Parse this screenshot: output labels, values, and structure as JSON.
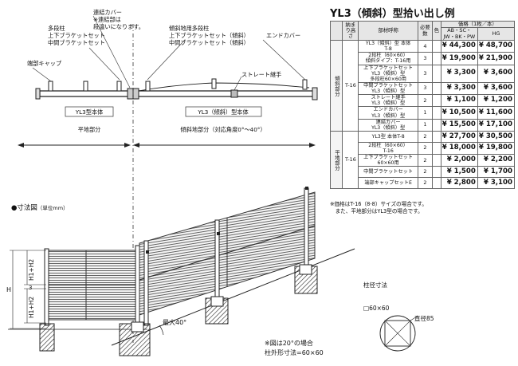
{
  "top_labels": {
    "renketsu_cover": "連結カバー",
    "renketsu_note1": "※連結部は",
    "renketsu_note2": "段違いになります。",
    "tadan_pillar": "多段柱",
    "jouge_bracket": "上下ブラケットセット",
    "chukan_bracket": "中間ブラケットセット",
    "tanbu_cap": "端部キャップ",
    "keisha_pillar": "傾斜地用多段柱",
    "keisha_jouge": "上下ブラケットセット（傾斜）",
    "keisha_chukan": "中間ブラケットセット（傾斜）",
    "end_cover": "エンドカバー",
    "straight_joint": "ストレート継手",
    "yl3_body": "YL3型本体",
    "yl3_keisha_body": "YL3（傾斜）型本体",
    "heichi": "平地部分",
    "keishachi": "傾斜地部分（対応角度0°〜40°）"
  },
  "dimension": {
    "title": "●寸法図",
    "unit": "（単位mm）",
    "h": "H",
    "h1h2_top": "H1+H2",
    "h1h2_bottom": "H1+H2",
    "three": "3",
    "max_angle": "最大40°"
  },
  "bottom_note": {
    "line1": "※図は20°の場合",
    "line2": "柱外形寸法=60×60"
  },
  "pillar": {
    "title": "柱径寸法",
    "size": "□60×60",
    "diameter": "直径85"
  },
  "table": {
    "title": "YL3（傾斜）型拾い出し例",
    "headers": {
      "height": "納まり高さ",
      "part": "部材呼称",
      "qty": "必要数",
      "color": "色",
      "price": "価格（1枚／本）",
      "col1": "AB・SC・JW・BK・PW",
      "col2": "HG"
    },
    "groups": [
      {
        "label": "傾斜部分",
        "height": "T-16",
        "rows": [
          {
            "part": [
              "YL3（傾斜）型 本体",
              "T-8"
            ],
            "qty": "4",
            "p1": "¥ 44,300",
            "p2": "¥ 48,700"
          },
          {
            "part": [
              "2段柱（60×60）",
              "傾斜タイプ：T-16用"
            ],
            "qty": "3",
            "p1": "¥ 19,900",
            "p2": "¥ 21,900"
          },
          {
            "part": [
              "上下ブラケットセット",
              "YL3（傾斜）型",
              "多段柱60×60用"
            ],
            "qty": "3",
            "p1": "¥ 3,300",
            "p2": "¥ 3,600"
          },
          {
            "part": [
              "中間ブラケットセット",
              "YL3（傾斜）型"
            ],
            "qty": "3",
            "p1": "¥ 3,300",
            "p2": "¥ 3,600"
          },
          {
            "part": [
              "ストレート継手",
              "YL3（傾斜）型"
            ],
            "qty": "2",
            "p1": "¥ 1,100",
            "p2": "¥ 1,200"
          },
          {
            "part": [
              "エンドカバー",
              "YL3（傾斜）型"
            ],
            "qty": "1",
            "p1": "¥ 10,500",
            "p2": "¥ 11,600"
          },
          {
            "part": [
              "連結カバー",
              "YL3（傾斜）型"
            ],
            "qty": "1",
            "p1": "¥ 15,500",
            "p2": "¥ 17,100"
          }
        ]
      },
      {
        "label": "平地部分",
        "height": "T-16",
        "rows": [
          {
            "part": [
              "YL3型 本体T-8"
            ],
            "qty": "2",
            "p1": "¥ 27,700",
            "p2": "¥ 30,500"
          },
          {
            "part": [
              "2段柱（60×60）",
              "T-16"
            ],
            "qty": "2",
            "p1": "¥ 18,000",
            "p2": "¥ 19,800"
          },
          {
            "part": [
              "上下ブラケットセット",
              "60×60用"
            ],
            "qty": "2",
            "p1": "¥ 2,000",
            "p2": "¥ 2,200"
          },
          {
            "part": [
              "中間ブラケットセット"
            ],
            "qty": "2",
            "p1": "¥ 1,500",
            "p2": "¥ 1,700"
          },
          {
            "part": [
              "端部キャップセットE"
            ],
            "qty": "2",
            "p1": "¥ 2,800",
            "p2": "¥ 3,100"
          }
        ]
      }
    ],
    "notes": [
      "※価格はT-16（8-8）サイズの場合です。",
      "　また、平地部分はYL3型の場合です。"
    ]
  }
}
